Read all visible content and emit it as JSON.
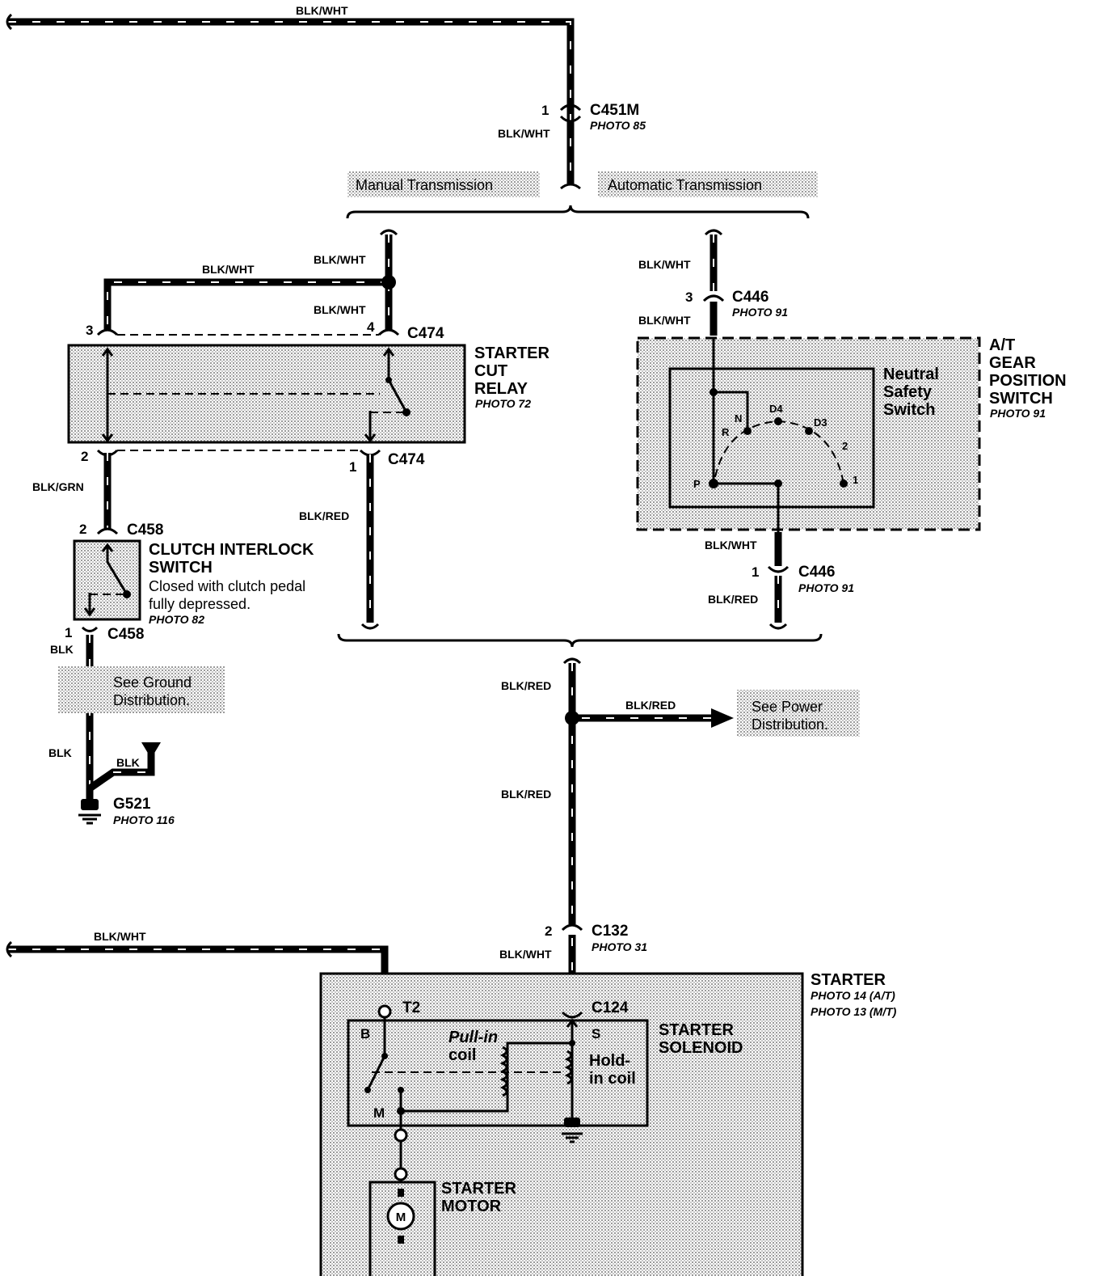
{
  "wire_labels": {
    "top": "BLK/WHT",
    "c451m": "BLK/WHT",
    "mt_in": "BLK/WHT",
    "mt_branch": "BLK/WHT",
    "mt_pin4": "BLK/WHT",
    "at_in": "BLK/WHT",
    "at_pin3": "BLK/WHT",
    "at_out": "BLK/WHT",
    "at_pin1": "BLK/RED",
    "relay_out2": "BLK/GRN",
    "relay_out1": "BLK/RED",
    "clutch_out": "BLK",
    "gnd1": "BLK",
    "gnd2": "BLK",
    "merge": "BLK/RED",
    "power": "BLK/RED",
    "merge2": "BLK/RED",
    "c132": "BLK/WHT",
    "bottom": "BLK/WHT"
  },
  "connectors": {
    "c451m": {
      "name": "C451M",
      "pin": "1",
      "photo": "PHOTO 85"
    },
    "c474_top": {
      "name": "C474",
      "pin_left": "3",
      "pin_right": "4"
    },
    "c474_bot": {
      "name": "C474",
      "pin_left": "2",
      "pin_right": "1"
    },
    "c446_top": {
      "name": "C446",
      "pin": "3",
      "photo": "PHOTO  91"
    },
    "c446_bot": {
      "name": "C446",
      "pin": "1",
      "photo": "PHOTO 91"
    },
    "c458_top": {
      "name": "C458",
      "pin": "2"
    },
    "c458_bot": {
      "name": "C458",
      "pin": "1"
    },
    "g521": {
      "name": "G521",
      "photo": "PHOTO 116"
    },
    "c132": {
      "name": "C132",
      "pin": "2",
      "photo": "PHOTO 31"
    },
    "c124": {
      "name": "C124"
    },
    "t2": {
      "name": "T2"
    }
  },
  "sections": {
    "manual": "Manual Transmission",
    "automatic": "Automatic Transmission"
  },
  "components": {
    "relay": {
      "line1": "STARTER",
      "line2": "CUT",
      "line3": "RELAY",
      "photo": "PHOTO 72"
    },
    "clutch": {
      "line1": "CLUTCH INTERLOCK",
      "line2": "SWITCH",
      "note1": "Closed with clutch pedal",
      "note2": "fully depressed.",
      "photo": "PHOTO 82"
    },
    "at_switch": {
      "line1": "A/T",
      "line2": "GEAR",
      "line3": "POSITION",
      "line4": "SWITCH",
      "photo": "PHOTO 91"
    },
    "neutral": {
      "line1": "Neutral",
      "line2": "Safety",
      "line3": "Switch"
    },
    "positions": {
      "p": "P",
      "r": "R",
      "n": "N",
      "d4": "D4",
      "d3": "D3",
      "two": "2",
      "one": "1"
    },
    "starter": {
      "title": "STARTER",
      "photo1": "PHOTO 14 (A/T)",
      "photo2": "PHOTO 13 (M/T)"
    },
    "solenoid": {
      "line1": "STARTER",
      "line2": "SOLENOID",
      "b": "B",
      "s": "S",
      "m": "M",
      "pullin1": "Pull-in",
      "pullin2": "coil",
      "hold1": "Hold-",
      "hold2": "in coil"
    },
    "motor": {
      "line1": "STARTER",
      "line2": "MOTOR",
      "symbol": "M"
    }
  },
  "references": {
    "ground1": "See Ground",
    "ground2": "Distribution.",
    "power1": "See Power",
    "power2": "Distribution."
  }
}
